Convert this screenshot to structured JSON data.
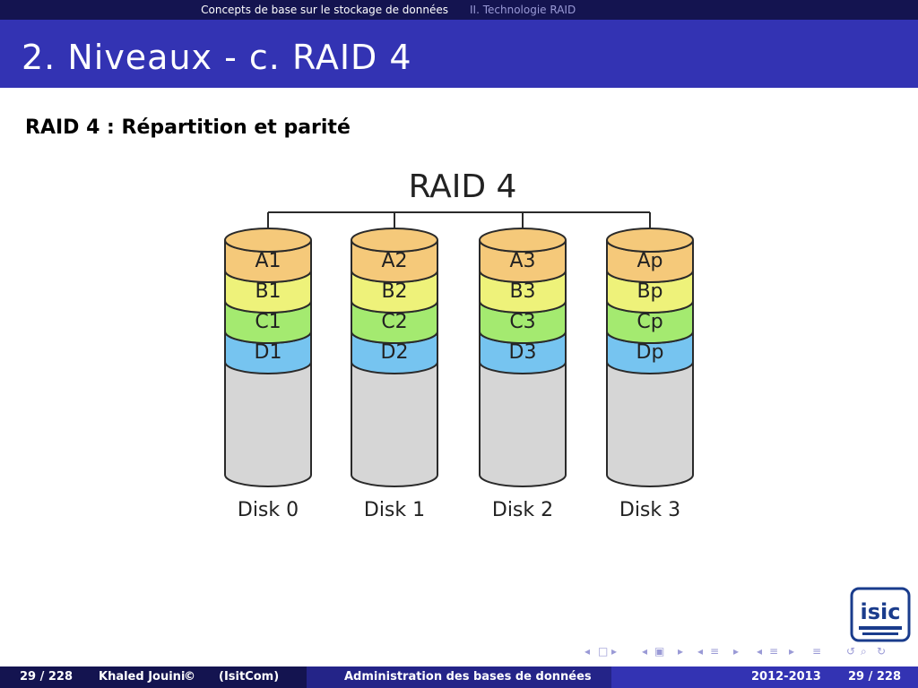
{
  "header": {
    "section_left": "Concepts de base sur le stockage de données",
    "section_right": "II. Technologie RAID"
  },
  "slide": {
    "title": "2. Niveaux - c. RAID 4",
    "subtitle": "RAID 4 : Répartition et parité"
  },
  "diagram": {
    "title": "RAID 4",
    "disks": [
      {
        "label": "Disk 0",
        "blocks": [
          "A1",
          "B1",
          "C1",
          "D1"
        ]
      },
      {
        "label": "Disk 1",
        "blocks": [
          "A2",
          "B2",
          "C2",
          "D2"
        ]
      },
      {
        "label": "Disk 2",
        "blocks": [
          "A3",
          "B3",
          "C3",
          "D3"
        ]
      },
      {
        "label": "Disk 3",
        "blocks": [
          "Ap",
          "Bp",
          "Cp",
          "Dp"
        ]
      }
    ],
    "colors": {
      "row_a": "#f5c97a",
      "row_b": "#eef27a",
      "row_c": "#a4ea70",
      "row_d": "#76c4f0",
      "empty": "#d6d6d6",
      "outline": "#2a2a2a"
    }
  },
  "footer": {
    "page_left": "29 / 228",
    "author": "Khaled Jouini",
    "affiliation": "(IsitCom)",
    "course": "Administration des bases de données",
    "year": "2012-2013",
    "page_right": "29 / 228"
  },
  "nav_icons": [
    "nav-frame-prev-icon",
    "nav-frame-next-icon",
    "nav-slide-prev-icon",
    "nav-slide-next-icon",
    "nav-subsection-prev-icon",
    "nav-subsection-next-icon",
    "nav-section-prev-icon",
    "nav-section-next-icon",
    "nav-align-icon",
    "nav-back-icon",
    "nav-search-icon",
    "nav-forward-icon"
  ],
  "logo": {
    "text": "isic"
  }
}
